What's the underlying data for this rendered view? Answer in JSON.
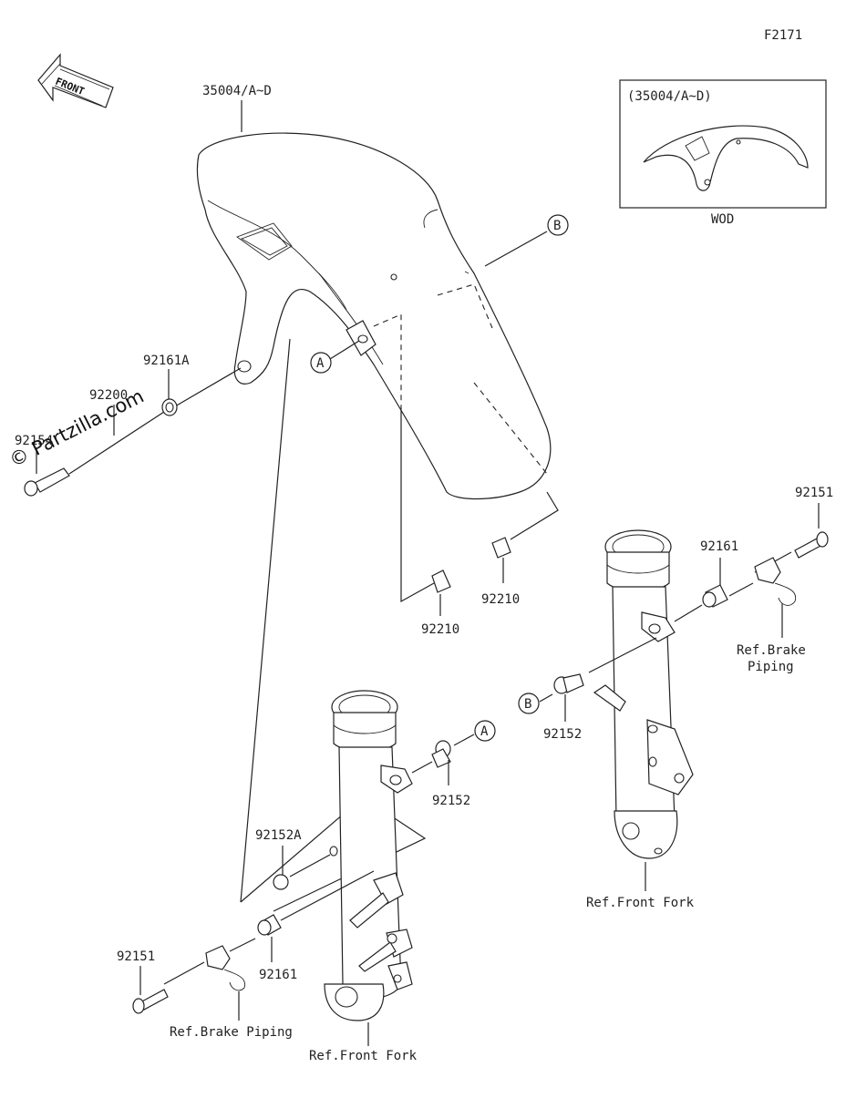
{
  "diagram": {
    "figure_code": "F2171",
    "front_arrow_label": "FRONT",
    "watermark": "© Partzilla.com",
    "inset": {
      "part_label": "(35004/A~D)",
      "caption": "WOD"
    },
    "callouts": {
      "fender": "35004/A~D",
      "p92161A": "92161A",
      "p92200": "92200",
      "p92154": "92154",
      "p92210_left": "92210",
      "p92210_right": "92210",
      "p92151_right": "92151",
      "p92161_right": "92161",
      "p92152_right": "92152",
      "p92152_left": "92152",
      "p92152A": "92152A",
      "p92161_left": "92161",
      "p92151_left": "92151"
    },
    "refs": {
      "brake_piping_right_1": "Ref.Brake",
      "brake_piping_right_2": "Piping",
      "front_fork_right": "Ref.Front Fork",
      "brake_piping_left": "Ref.Brake Piping",
      "front_fork_left": "Ref.Front Fork"
    },
    "markers": {
      "A": "A",
      "B": "B"
    }
  }
}
